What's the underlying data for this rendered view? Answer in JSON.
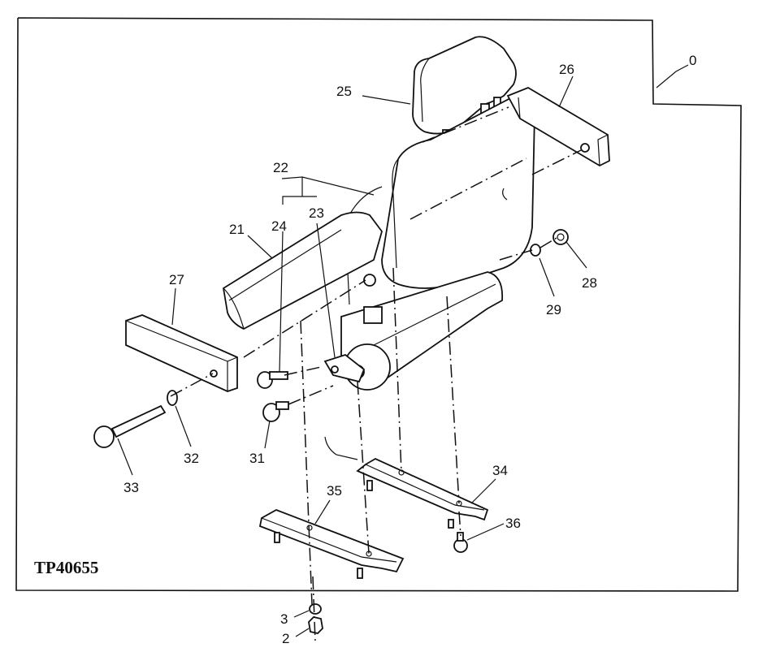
{
  "diagram": {
    "reference_id": "TP40655",
    "callouts": [
      {
        "id": "0",
        "part": "assembly"
      },
      {
        "id": "2",
        "part": "nut"
      },
      {
        "id": "3",
        "part": "lock-washer"
      },
      {
        "id": "21",
        "part": "seat-cushion"
      },
      {
        "id": "22",
        "part": "backrest-group"
      },
      {
        "id": "23",
        "part": "recliner-bracket"
      },
      {
        "id": "24",
        "part": "knob-screw"
      },
      {
        "id": "25",
        "part": "headrest"
      },
      {
        "id": "26",
        "part": "right-armrest"
      },
      {
        "id": "27",
        "part": "left-armrest"
      },
      {
        "id": "28",
        "part": "cap-nut"
      },
      {
        "id": "29",
        "part": "washer"
      },
      {
        "id": "31",
        "part": "knob"
      },
      {
        "id": "32",
        "part": "washer"
      },
      {
        "id": "33",
        "part": "bolt"
      },
      {
        "id": "34",
        "part": "slide-rail-right"
      },
      {
        "id": "35",
        "part": "slide-rail-left"
      },
      {
        "id": "36",
        "part": "nut"
      }
    ]
  }
}
